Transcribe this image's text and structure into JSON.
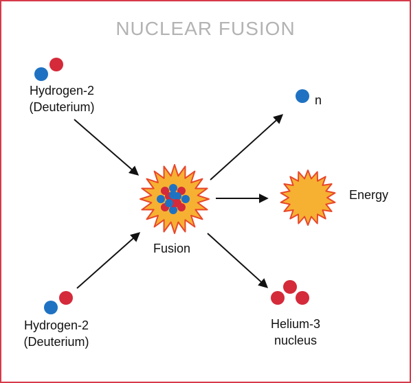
{
  "title": "NUCLEAR FUSION",
  "inputs": [
    {
      "label_line1": "Hydrogen-2",
      "label_line2": "(Deuterium)"
    },
    {
      "label_line1": "Hydrogen-2",
      "label_line2": "(Deuterium)"
    }
  ],
  "fusion_label": "Fusion",
  "outputs": {
    "neutron_label": "n",
    "energy_label": "Energy",
    "helium_line1": "Helium-3",
    "helium_line2": "nucleus"
  },
  "colors": {
    "proton": "#d42a3a",
    "neutron": "#1f72c2",
    "burst_fill": "#f6b132",
    "burst_outline": "#e8472a",
    "arrow": "#111111",
    "border": "#d63a4a",
    "title": "#b3b3b3"
  }
}
